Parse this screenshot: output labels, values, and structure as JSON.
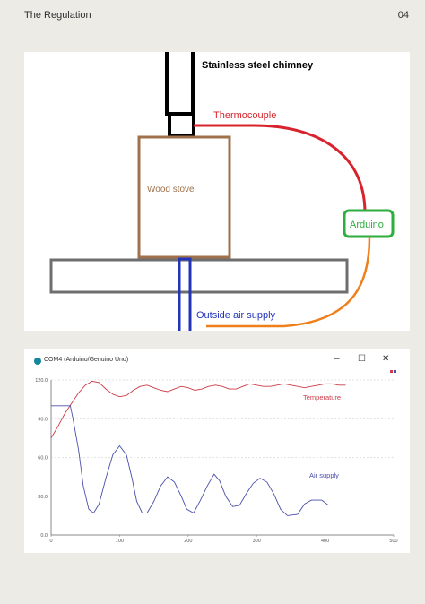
{
  "header": {
    "title": "The Regulation",
    "page_number": "04"
  },
  "diagram": {
    "chimney_label": "Stainless steel chimney",
    "thermocouple_label": "Thermocouple",
    "stove_label": "Wood stove",
    "arduino_label": "Arduino",
    "air_supply_label": "Outside air supply",
    "colors": {
      "chimney": "#000000",
      "stove": "#a0724c",
      "thermocouple": "#d9232c",
      "arduino": "#2eae3e",
      "air": "#2234b8",
      "wire_orange": "#ef7f1a",
      "floor": "#6e6e6e"
    }
  },
  "window": {
    "title": "COM4 (Arduino/Genuino Uno)",
    "minimize_glyph": "–",
    "maximize_glyph": "☐",
    "close_glyph": "✕"
  },
  "chart_data": {
    "type": "line",
    "ylim": [
      0,
      120
    ],
    "xlim": [
      0,
      500
    ],
    "yticks": [
      "0.0",
      "30.0",
      "60.0",
      "90.0",
      "120.0"
    ],
    "xticks": [
      "0",
      "100",
      "200",
      "300",
      "400",
      "500"
    ],
    "series": [
      {
        "name": "Temperature",
        "color": "#cc3b48",
        "points": [
          [
            0,
            75
          ],
          [
            10,
            84
          ],
          [
            20,
            94
          ],
          [
            30,
            102
          ],
          [
            40,
            110
          ],
          [
            50,
            116
          ],
          [
            60,
            119
          ],
          [
            70,
            118
          ],
          [
            80,
            113
          ],
          [
            90,
            109
          ],
          [
            100,
            107
          ],
          [
            110,
            108
          ],
          [
            120,
            112
          ],
          [
            130,
            115
          ],
          [
            140,
            116
          ],
          [
            150,
            114
          ],
          [
            160,
            112
          ],
          [
            170,
            111
          ],
          [
            180,
            113
          ],
          [
            190,
            115
          ],
          [
            200,
            114
          ],
          [
            210,
            112
          ],
          [
            220,
            113
          ],
          [
            230,
            115
          ],
          [
            240,
            116
          ],
          [
            250,
            115
          ],
          [
            260,
            113
          ],
          [
            270,
            113
          ],
          [
            280,
            115
          ],
          [
            290,
            117
          ],
          [
            300,
            116
          ],
          [
            310,
            115
          ],
          [
            320,
            115
          ],
          [
            330,
            116
          ],
          [
            340,
            117
          ],
          [
            350,
            116
          ],
          [
            360,
            115
          ],
          [
            370,
            114
          ],
          [
            380,
            115
          ],
          [
            390,
            116
          ],
          [
            400,
            117
          ],
          [
            410,
            117
          ],
          [
            420,
            116
          ],
          [
            430,
            116
          ]
        ]
      },
      {
        "name": "Air supply",
        "color": "#4a4fa8",
        "points": [
          [
            0,
            100
          ],
          [
            15,
            100
          ],
          [
            28,
            100
          ],
          [
            32,
            90
          ],
          [
            40,
            66
          ],
          [
            47,
            38
          ],
          [
            55,
            20
          ],
          [
            62,
            17
          ],
          [
            70,
            24
          ],
          [
            80,
            44
          ],
          [
            90,
            62
          ],
          [
            100,
            69
          ],
          [
            110,
            62
          ],
          [
            118,
            44
          ],
          [
            125,
            26
          ],
          [
            133,
            17
          ],
          [
            140,
            17
          ],
          [
            150,
            26
          ],
          [
            160,
            38
          ],
          [
            170,
            45
          ],
          [
            180,
            41
          ],
          [
            190,
            30
          ],
          [
            198,
            20
          ],
          [
            208,
            17
          ],
          [
            218,
            27
          ],
          [
            228,
            38
          ],
          [
            238,
            47
          ],
          [
            246,
            42
          ],
          [
            255,
            30
          ],
          [
            265,
            22
          ],
          [
            275,
            23
          ],
          [
            285,
            32
          ],
          [
            295,
            40
          ],
          [
            305,
            44
          ],
          [
            315,
            41
          ],
          [
            325,
            32
          ],
          [
            335,
            20
          ],
          [
            345,
            15
          ],
          [
            360,
            16
          ],
          [
            370,
            24
          ],
          [
            380,
            27
          ],
          [
            390,
            27
          ],
          [
            395,
            27
          ],
          [
            405,
            23
          ]
        ]
      }
    ]
  }
}
